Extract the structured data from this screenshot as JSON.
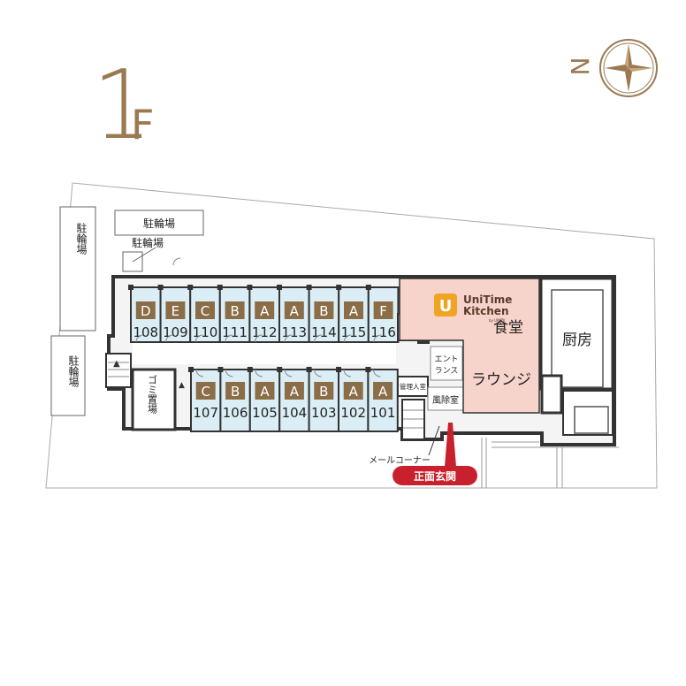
{
  "floor": {
    "number": "1",
    "suffix": "F"
  },
  "compass": {
    "north_label": "N"
  },
  "colors": {
    "accent_brown": "#9b7a52",
    "room_fill": "#dbeef5",
    "type_badge": "#8b6d47",
    "dining_fill": "#f6d3cb",
    "entrance_red": "#c8202c",
    "wall": "#333333"
  },
  "labels": {
    "bike_parking": "駐輪場",
    "garbage": "ゴミ置場",
    "ev": "EV",
    "entrance_hall": "エントランス",
    "manager_room": "管理人室",
    "windbreak_room": "風除室",
    "dining": "食堂",
    "lounge": "ラウンジ",
    "kitchen": "厨房",
    "mail_corner": "メールコーナー",
    "main_entrance": "正面玄関",
    "brand_line1": "UniTime",
    "brand_line2": "Kitchen",
    "brand_sub": "by UNIZK",
    "logo_letter": "U"
  },
  "rooms_north": [
    {
      "number": "108",
      "type": "D"
    },
    {
      "number": "109",
      "type": "E"
    },
    {
      "number": "110",
      "type": "C"
    },
    {
      "number": "111",
      "type": "B"
    },
    {
      "number": "112",
      "type": "A"
    },
    {
      "number": "113",
      "type": "A"
    },
    {
      "number": "114",
      "type": "B"
    },
    {
      "number": "115",
      "type": "A"
    },
    {
      "number": "116",
      "type": "F"
    }
  ],
  "rooms_south": [
    {
      "number": "107",
      "type": "C"
    },
    {
      "number": "106",
      "type": "B"
    },
    {
      "number": "105",
      "type": "A"
    },
    {
      "number": "104",
      "type": "A"
    },
    {
      "number": "103",
      "type": "B"
    },
    {
      "number": "102",
      "type": "A"
    },
    {
      "number": "101",
      "type": "A"
    }
  ]
}
